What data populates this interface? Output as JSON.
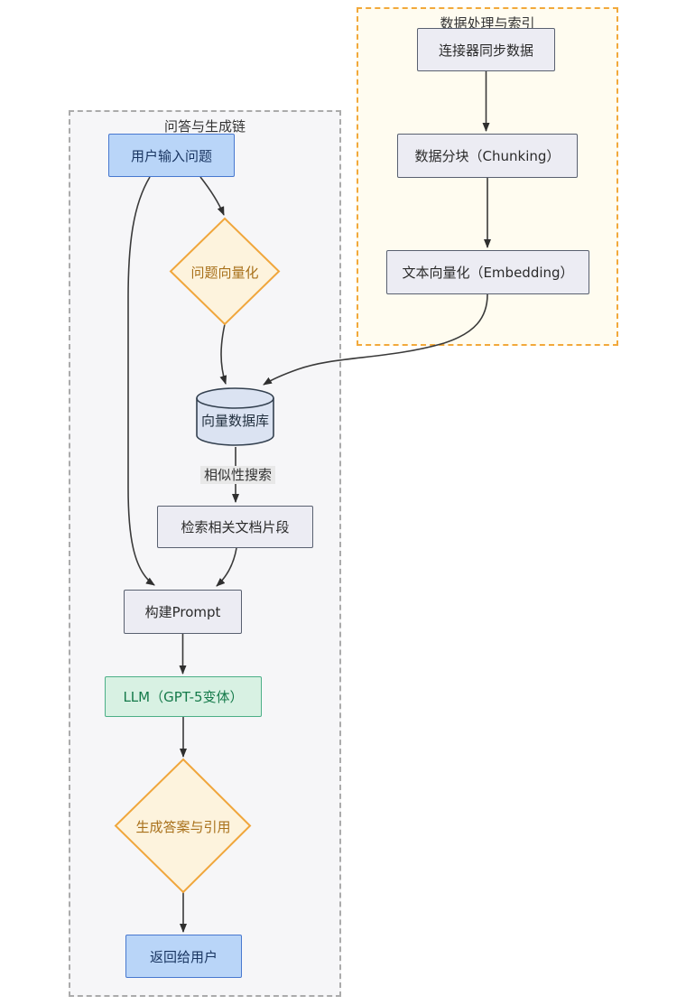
{
  "diagram": {
    "subgraphs": {
      "indexing": {
        "title": "数据处理与索引"
      },
      "qa": {
        "title": "问答与生成链"
      }
    },
    "nodes": {
      "connector_sync": {
        "label": "连接器同步数据",
        "type": "rect"
      },
      "chunking": {
        "label": "数据分块（Chunking）",
        "type": "rect"
      },
      "embedding": {
        "label": "文本向量化（Embedding）",
        "type": "rect"
      },
      "user_input": {
        "label": "用户输入问题",
        "type": "rect-blue"
      },
      "question_vectorize": {
        "label": "问题向量化",
        "type": "diamond"
      },
      "vector_db": {
        "label": "向量数据库",
        "type": "cylinder"
      },
      "retrieve_docs": {
        "label": "检索相关文档片段",
        "type": "rect"
      },
      "build_prompt": {
        "label": "构建Prompt",
        "type": "rect"
      },
      "llm": {
        "label": "LLM（GPT-5变体）",
        "type": "rect-green"
      },
      "generate_answer": {
        "label": "生成答案与引用",
        "type": "diamond"
      },
      "return_user": {
        "label": "返回给用户",
        "type": "rect-blue"
      }
    },
    "edge_labels": {
      "similarity_search": "相似性搜索"
    },
    "colors": {
      "node_default_fill": "#ececf3",
      "node_default_border": "#596070",
      "node_blue_fill": "#b9d5f8",
      "node_blue_border": "#4878cf",
      "node_green_fill": "#d8f1e3",
      "node_green_border": "#4caf87",
      "diamond_fill": "#fdf3dd",
      "diamond_border": "#f0a63c",
      "diamond_text": "#a8701a",
      "cylinder_fill": "#dbe3f2",
      "cylinder_border": "#33404f",
      "subgraph_indexing_fill": "#fffcf0",
      "subgraph_indexing_border": "#f2a93b",
      "subgraph_qa_fill": "#f6f6f8",
      "subgraph_qa_border": "#ababab",
      "edge_color": "#3a3a3a",
      "edge_label_bg": "#e8e8e8"
    }
  }
}
